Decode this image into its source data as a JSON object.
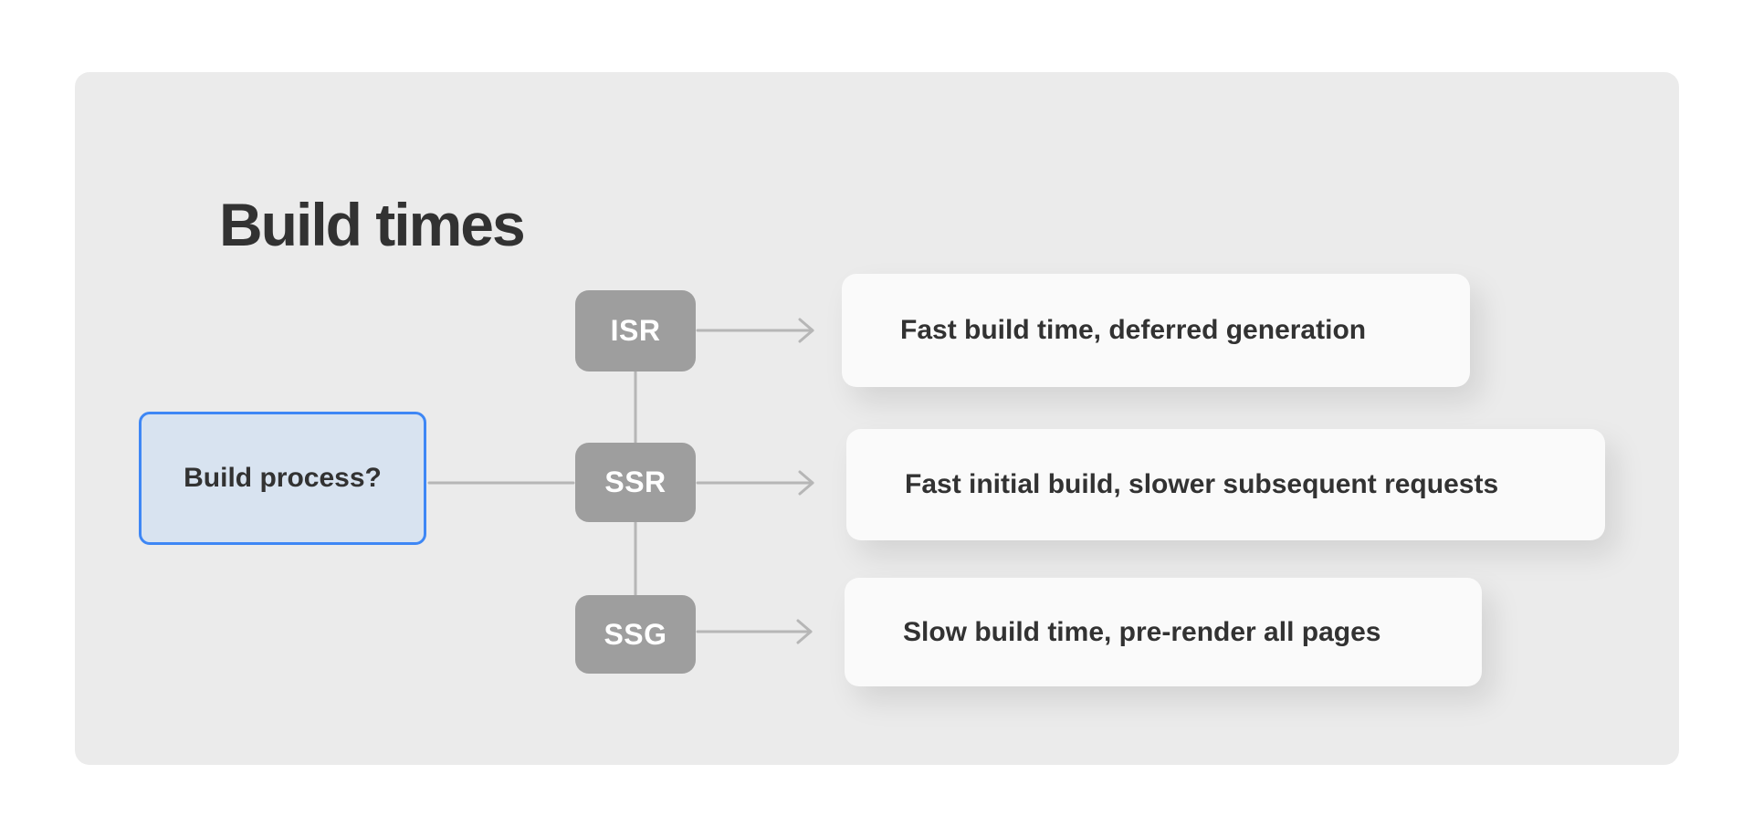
{
  "panel": {
    "title": "Build times"
  },
  "diagram": {
    "root": {
      "label": "Build process?"
    },
    "branches": [
      {
        "label": "ISR",
        "outcome": "Fast build time, deferred generation"
      },
      {
        "label": "SSR",
        "outcome": "Fast initial build, slower subsequent requests"
      },
      {
        "label": "SSG",
        "outcome": "Slow build time, pre-render all pages"
      }
    ]
  },
  "colors": {
    "page_bg": "#ffffff",
    "panel_bg": "#ebebeb",
    "text_dark": "#323232",
    "accent_blue": "#3e87f5",
    "root_fill": "#d8e3f0",
    "node_gray": "#9e9e9e",
    "connector_gray": "#b6b6b6",
    "card_bg": "#fafafa"
  }
}
